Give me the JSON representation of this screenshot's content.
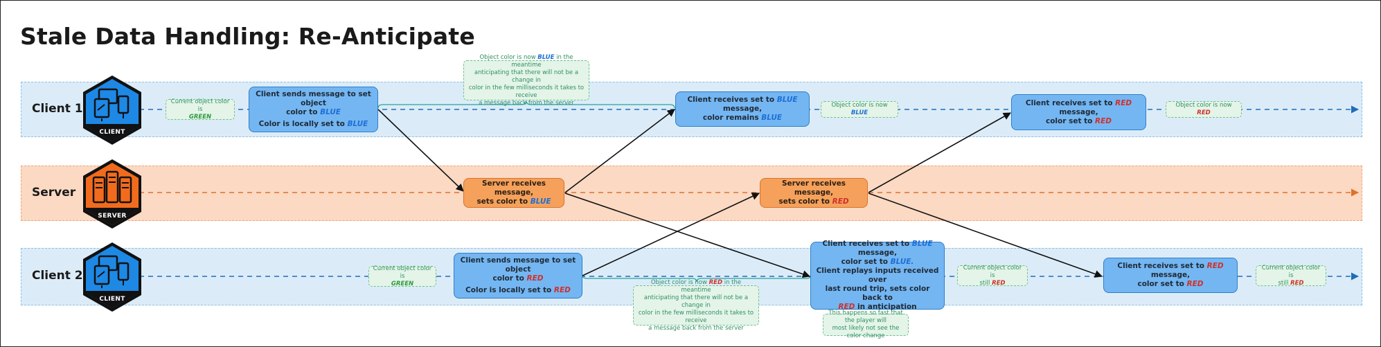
{
  "title": "Stale Data Handling: Re-Anticipate",
  "lanes": {
    "client1": "Client 1",
    "server": "Server",
    "client2": "Client 2"
  },
  "icons": {
    "client1_caption": "CLIENT",
    "server_caption": "SERVER",
    "client2_caption": "CLIENT"
  },
  "colors": {
    "client_lane": "#dbecf8",
    "server_lane": "#fbd9c3",
    "client_icon": "#1e88e5",
    "server_icon": "#f26b1d",
    "blue_box": "#74b6f2",
    "orange_box": "#f5a15b",
    "note_text": "#2e8f5f",
    "blue_word": "#1d6fd6",
    "red_word": "#d0302b",
    "green_word": "#2e9a40"
  },
  "client1": {
    "note_initial": {
      "line1": "Current object color is",
      "value": "GREEN"
    },
    "send_box": {
      "line1_pre": "Client sends message to set object",
      "line2_pre": "color to",
      "line2_value": "BLUE",
      "line3_pre": "Color is locally set to",
      "line3_value": "BLUE"
    },
    "anticipate_note": {
      "pre": "Object color is now",
      "value": "BLUE",
      "post": "in the meantime",
      "line2": "anticipating that there will not be a change in",
      "line3": "color in the few milliseconds it takes to receive",
      "line4": "a message back from the server"
    },
    "receive_blue_box": {
      "pre": "Client receives set to",
      "value": "BLUE",
      "post": "message,",
      "line2_pre": "color remains",
      "line2_value": "BLUE"
    },
    "note_now_blue": {
      "pre": "Object color is now",
      "value": "BLUE"
    },
    "receive_red_box": {
      "pre": "Client receives set to",
      "value": "RED",
      "post": "message,",
      "line2_pre": "color set to",
      "line2_value": "RED"
    },
    "note_now_red": {
      "pre": "Object color is now",
      "value": "RED"
    }
  },
  "server": {
    "box1": {
      "line1": "Server receives message,",
      "line2_pre": "sets color to",
      "line2_value": "BLUE"
    },
    "box2": {
      "line1": "Server receives message,",
      "line2_pre": "sets color to",
      "line2_value": "RED"
    }
  },
  "client2": {
    "note_initial": {
      "line1": "Current object color is",
      "value": "GREEN"
    },
    "send_box": {
      "line1": "Client sends message to set object",
      "line2_pre": "color to",
      "line2_value": "RED",
      "line3_pre": "Color is locally set to",
      "line3_value": "RED"
    },
    "anticipate_note": {
      "pre": "Object color is now",
      "value": "RED",
      "post": "in the meantime",
      "line2": "anticipating that there will not be a change in",
      "line3": "color in the few milliseconds it takes to receive",
      "line4": "a message back from the server"
    },
    "replay_box": {
      "line1_pre": "Client receives set to",
      "line1_value": "BLUE",
      "line1_post": "message,",
      "line2_pre": "color set to",
      "line2_value": "BLUE.",
      "line3": "Client replays inputs received over",
      "line4": "last round trip, sets color back to",
      "line5_value": "RED",
      "line5_post": "in anticipation"
    },
    "replay_note": {
      "line1": "This happens so fast that the player will",
      "line2": "most likely not see the color change"
    },
    "note_still_red_1": {
      "line1": "Current object color is",
      "pre": "still",
      "value": "RED"
    },
    "receive_red_box": {
      "pre": "Client receives set to",
      "value": "RED",
      "post": "message,",
      "line2_pre": "color set to",
      "line2_value": "RED"
    },
    "note_still_red_2": {
      "line1": "Current object color is",
      "pre": "still",
      "value": "RED"
    }
  }
}
